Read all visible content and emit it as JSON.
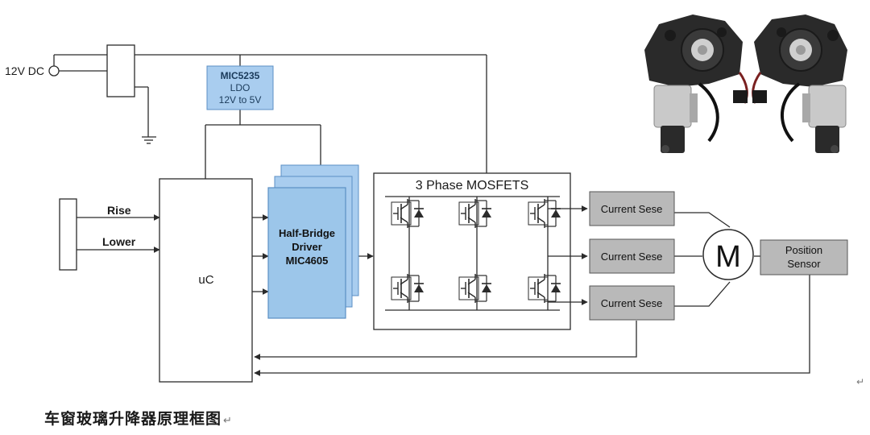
{
  "power_source": {
    "label": "12V DC"
  },
  "ldo": {
    "line1": "MIC5235",
    "line2": "LDO",
    "line3": "12V to 5V"
  },
  "switch_panel": {
    "rise_label": "Rise",
    "lower_label": "Lower"
  },
  "uc": {
    "label": "uC"
  },
  "driver": {
    "line1": "Half-Bridge",
    "line2": "Driver",
    "line3": "MIC4605"
  },
  "mosfets": {
    "title": "3 Phase MOSFETS"
  },
  "current_sense": [
    {
      "label": "Current Sese"
    },
    {
      "label": "Current Sese"
    },
    {
      "label": "Current Sese"
    }
  ],
  "motor": {
    "label": "M"
  },
  "position_sensor": {
    "line1": "Position",
    "line2": "Sensor"
  },
  "caption": {
    "text": "车窗玻璃升降器原理框图"
  },
  "colors": {
    "driver_fill": "#9cc6ea",
    "driver_stroke": "#5b8fc4",
    "ldo_fill": "#a9cdef",
    "box_gray": "#b9b9b9",
    "line": "#2b2b2b"
  }
}
